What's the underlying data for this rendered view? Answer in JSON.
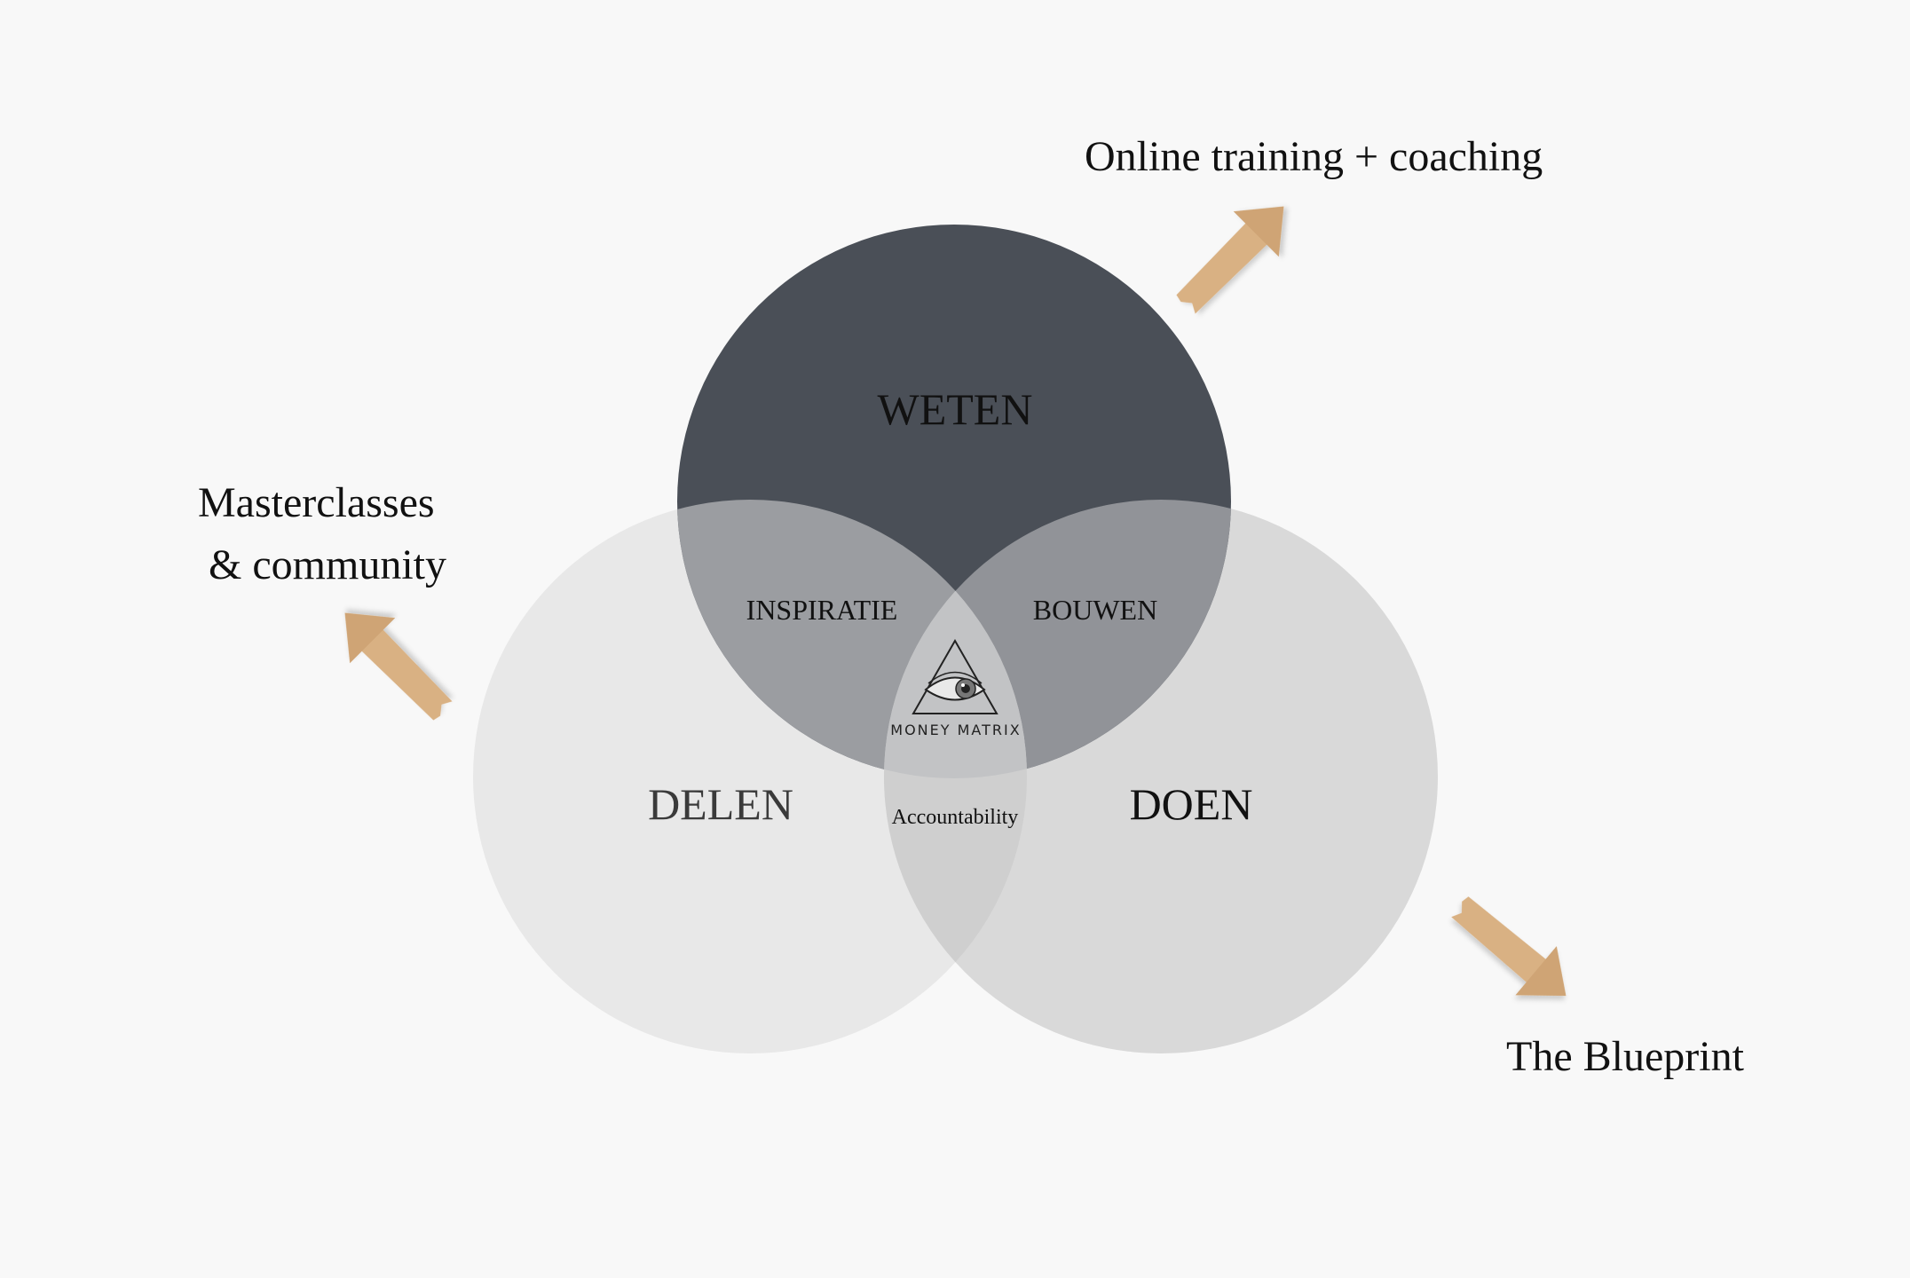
{
  "diagram": {
    "circles": {
      "top": {
        "label": "WETEN",
        "color": "#4a4f57"
      },
      "left": {
        "label": "DELEN",
        "color": "#e6e6e6"
      },
      "right": {
        "label": "DOEN",
        "color": "#d9d9d9"
      }
    },
    "overlaps": {
      "top_left": "INSPIRATIE",
      "top_right": "BOUWEN",
      "left_right": "Accountability",
      "center_logo": "MONEY MATRIX"
    }
  },
  "offerings": {
    "top_right": "Online training + coaching",
    "left_line1": "Masterclasses",
    "left_line2": " & community",
    "bottom_right": "The Blueprint"
  },
  "colors": {
    "background": "#f8f8f8",
    "arrow": "#d9b183",
    "overlap_top": "#9a9ca0",
    "overlap_center": "#c4c4c4"
  },
  "icons": {
    "center": "eye-triangle-icon",
    "arrows": "paper-arrow-icon"
  }
}
